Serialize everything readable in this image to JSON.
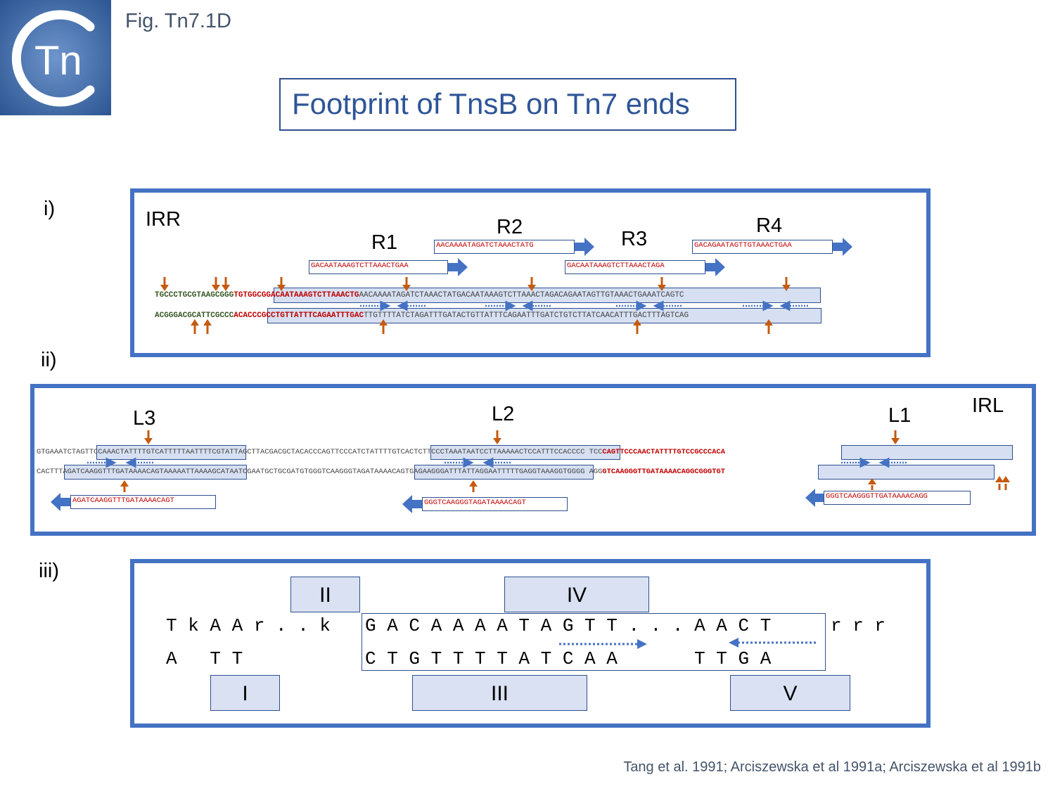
{
  "figure_label": "Fig. Tn7.1D",
  "logo_text": "Tn",
  "title": "Footprint of TnsB on Tn7 ends",
  "citation": "Tang et al. 1991; Arciszewska et al 1991a;  Arciszewska et al 1991b",
  "panel_i": {
    "label": "i)",
    "end_name": "IRR",
    "sites": [
      "R1",
      "R2",
      "R3",
      "R4"
    ],
    "site_seqs": {
      "r1": "GACAATAAAGTCTTAAACTGAA",
      "r2": "AACAAAATAGATCTAAACTATG",
      "r3": "GACAATAAAGTCTTAAACTAGA",
      "r4": "GACAGAATAGTTGTAAACTGAA"
    },
    "top_strand": {
      "green": "TGCCCTGCGTAAGCGGG",
      "red": "TGTGGCGGACAATAAAGTCTTAAACTG",
      "rest": "AACAAAATAGATCTAAACTATGACAATAAAGTCTTAAACTAGACAGAATAGTTGTAAACTGAAATCAGTC"
    },
    "bottom_strand": {
      "green": "ACGGGACGCATTCGCCC",
      "red": "ACACCCGCCTGTTATTTCAGAATTTGAC",
      "rest": "TTGTTTTATCTAGATTTGATACTGTTATTTCAGAATTTGATCTGTCTTATCAACATTTGACTTTAGTCAG"
    }
  },
  "panel_ii": {
    "label": "ii)",
    "end_name": "IRL",
    "sites": [
      "L3",
      "L2",
      "L1"
    ],
    "site_seqs": {
      "l3": "AGATCAAGGTTTGATAAAACAGT",
      "l2": "GGGTCAAGGGTAGATAAAACAGT",
      "l1": "GGGTCAAGGGTTGATAAAACAGG"
    },
    "top_strand": {
      "grey": "GTGAAATCTAGTTCCAAACTATTTTGTCATTTTTAATTTTCGTATTAGCTTACGACGCTACACCCAGTTCCCATCTATTTTGTCACTCTTCCCTAAATAATCCTTAAAAACTCCATTTCCACCCC TCC",
      "red": "CAGTTCCCAACTATTTTGTCCGCCCACA"
    },
    "bottom_strand": {
      "grey": "CACTTTAGATCAAGGTTTGATAAAACAGTAAAAATTAAAAGCATAATCGAATGCTGCGATGTGGGTCAAGGGTAGATAAAACAGTGAGAAGGGATTTATTAGGAATTTTTGAGGTAAAGGTGGGG AGG",
      "red": "GTCAAGGGTTGATAAAACAGGCGGGTGT"
    }
  },
  "panel_iii": {
    "label": "iii)",
    "domains": [
      "I",
      "II",
      "III",
      "IV",
      "V"
    ],
    "top_left": "T k A A r . . k",
    "top_boxed": "G A C A A A A T A G T T . . . A A C T",
    "top_right": "r r r",
    "bottom_left": "A   T T",
    "bottom_boxed": "C T G T T T T A T C A A       T T G A"
  },
  "colors": {
    "panel_border": "#4472c4",
    "title_text": "#2e5597",
    "highlight_fill": "#b4c6e7",
    "highlight_border": "#2f4f8f",
    "cut_arrow": "#c55a11",
    "site_arrow": "#4472c4",
    "sequence_red": "#c00000",
    "sequence_green": "#375623",
    "domain_fill": "#d9e1f2"
  }
}
